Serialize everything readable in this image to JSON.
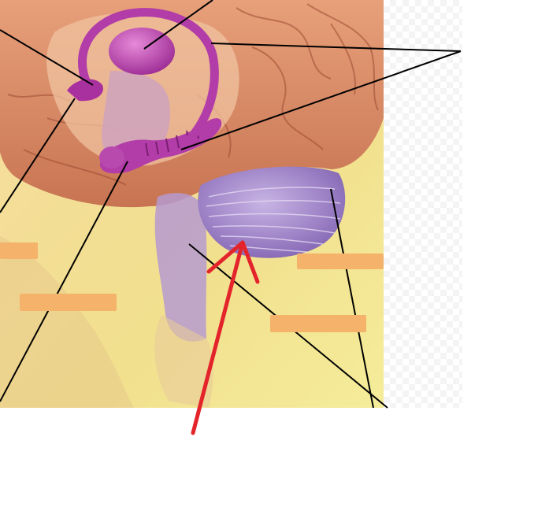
{
  "figure": {
    "subject": "brain-medial-view-limbic-system",
    "icon_names": [
      "thalamus-shape",
      "hippocampus-shape",
      "amygdala-shape",
      "cerebellum-shape",
      "brainstem-shape",
      "cerebrum-shape",
      "red-arrow-icon"
    ]
  },
  "colors": {
    "background_parchment": "#f3e29a",
    "cerebrum": "#d98a63",
    "limbic_magenta": "#b23ca8",
    "cerebellum_violet": "#9a7fc4",
    "brainstem": "#b69ad0",
    "label_box_fill": "#f4b26a",
    "leader_line": "#000000",
    "pointer_arrow": "#e4242b"
  },
  "labels": {
    "count": 4,
    "state": "blank"
  }
}
